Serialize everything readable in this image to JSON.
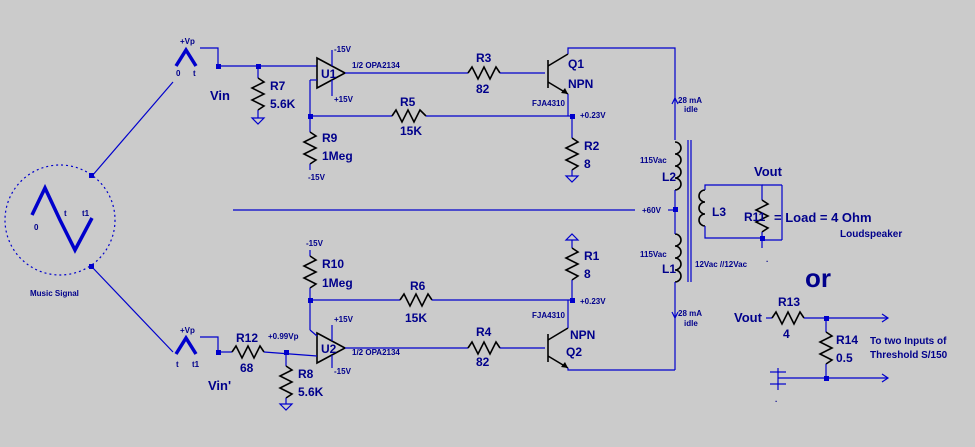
{
  "music_source": {
    "label": "Music Signal",
    "axis_0": "0",
    "axis_t": "t",
    "axis_t1": "t1"
  },
  "vp_label": "+Vp",
  "src_top": {
    "axis_0": "0",
    "axis_t": "t",
    "net": "Vin"
  },
  "src_bot": {
    "axis_t": "t",
    "axis_t1": "t1",
    "net": "Vin'"
  },
  "r7": {
    "ref": "R7",
    "value": "5.6K"
  },
  "r9": {
    "ref": "R9",
    "value": "1Meg"
  },
  "r5": {
    "ref": "R5",
    "value": "15K"
  },
  "r3": {
    "ref": "R3",
    "value": "82"
  },
  "r2": {
    "ref": "R2",
    "value": "8"
  },
  "r1": {
    "ref": "R1",
    "value": "8"
  },
  "r10": {
    "ref": "R10",
    "value": "1Meg"
  },
  "r6": {
    "ref": "R6",
    "value": "15K"
  },
  "r4": {
    "ref": "R4",
    "value": "82"
  },
  "r12": {
    "ref": "R12",
    "value": "68"
  },
  "r8": {
    "ref": "R8",
    "value": "5.6K"
  },
  "r11": {
    "ref": "R11"
  },
  "r13": {
    "ref": "R13",
    "value": "4"
  },
  "r14": {
    "ref": "R14",
    "value": "0.5"
  },
  "u1": {
    "ref": "U1",
    "part": "1/2 OPA2134",
    "neg_rail": "-15V",
    "pos_rail": "+15V"
  },
  "u2": {
    "ref": "U2",
    "part": "1/2 OPA2134",
    "neg_rail": "-15V",
    "pos_rail": "+15V"
  },
  "q1": {
    "ref": "Q1",
    "type": "NPN",
    "part": "FJA4310"
  },
  "q2": {
    "ref": "Q2",
    "type": "NPN",
    "part": "FJA4310"
  },
  "rails": {
    "neg15_r9": "-15V",
    "neg15_r10": "-15V"
  },
  "nodes": {
    "q1_emitter": "+0.23V",
    "q2_emitter": "+0.23V",
    "mid": "+60V",
    "u2_in": "+0.99Vp"
  },
  "currents": {
    "top": "28 mA",
    "top_idle": "idle",
    "bot": "28 mA",
    "bot_idle": "idle"
  },
  "transformer": {
    "l1": "L1",
    "l2": "L2",
    "l3": "L3",
    "l2_volt": "115Vac",
    "l1_volt": "115Vac",
    "ratio": "12Vac //12Vac"
  },
  "output": {
    "vout": "Vout",
    "load": "= Load = 4 Ohm",
    "speaker": "Loudspeaker",
    "or": "or"
  },
  "alt": {
    "vout": "Vout",
    "note_line1": "To two Inputs of",
    "note_line2": "Threshold S/150"
  },
  "colors": {
    "background": "#cbcbcb",
    "wire": "#0000cc",
    "label": "#00008b",
    "component": "#000000"
  }
}
